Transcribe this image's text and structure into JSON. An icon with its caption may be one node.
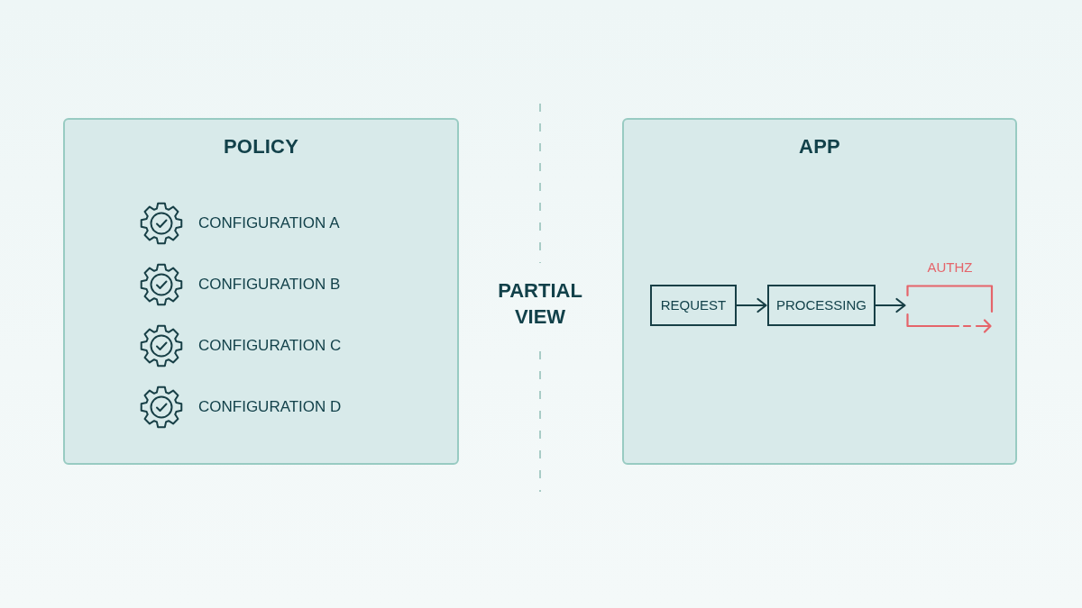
{
  "diagram": {
    "nodes": [
      {
        "text": [
          "POLICY",
          "CONFIGURATION A",
          "CONFIGURATION B",
          "CONFIGURATION C",
          "CONFIGURATION D"
        ]
      },
      {
        "text": [
          "APP"
        ]
      },
      {
        "text": [
          "REQUEST"
        ],
        "in": 1
      },
      {
        "text": [
          "PROCESSING"
        ],
        "in": 1
      },
      {
        "text": [
          "AUTHZ"
        ],
        "in": 1
      }
    ],
    "edges": [
      {
        "from": 2,
        "to": 3,
        "arrow": "to"
      },
      {
        "from": 3,
        "to": 4,
        "arrow": "to"
      }
    ],
    "labels": [
      "PARTIAL VIEW"
    ]
  }
}
